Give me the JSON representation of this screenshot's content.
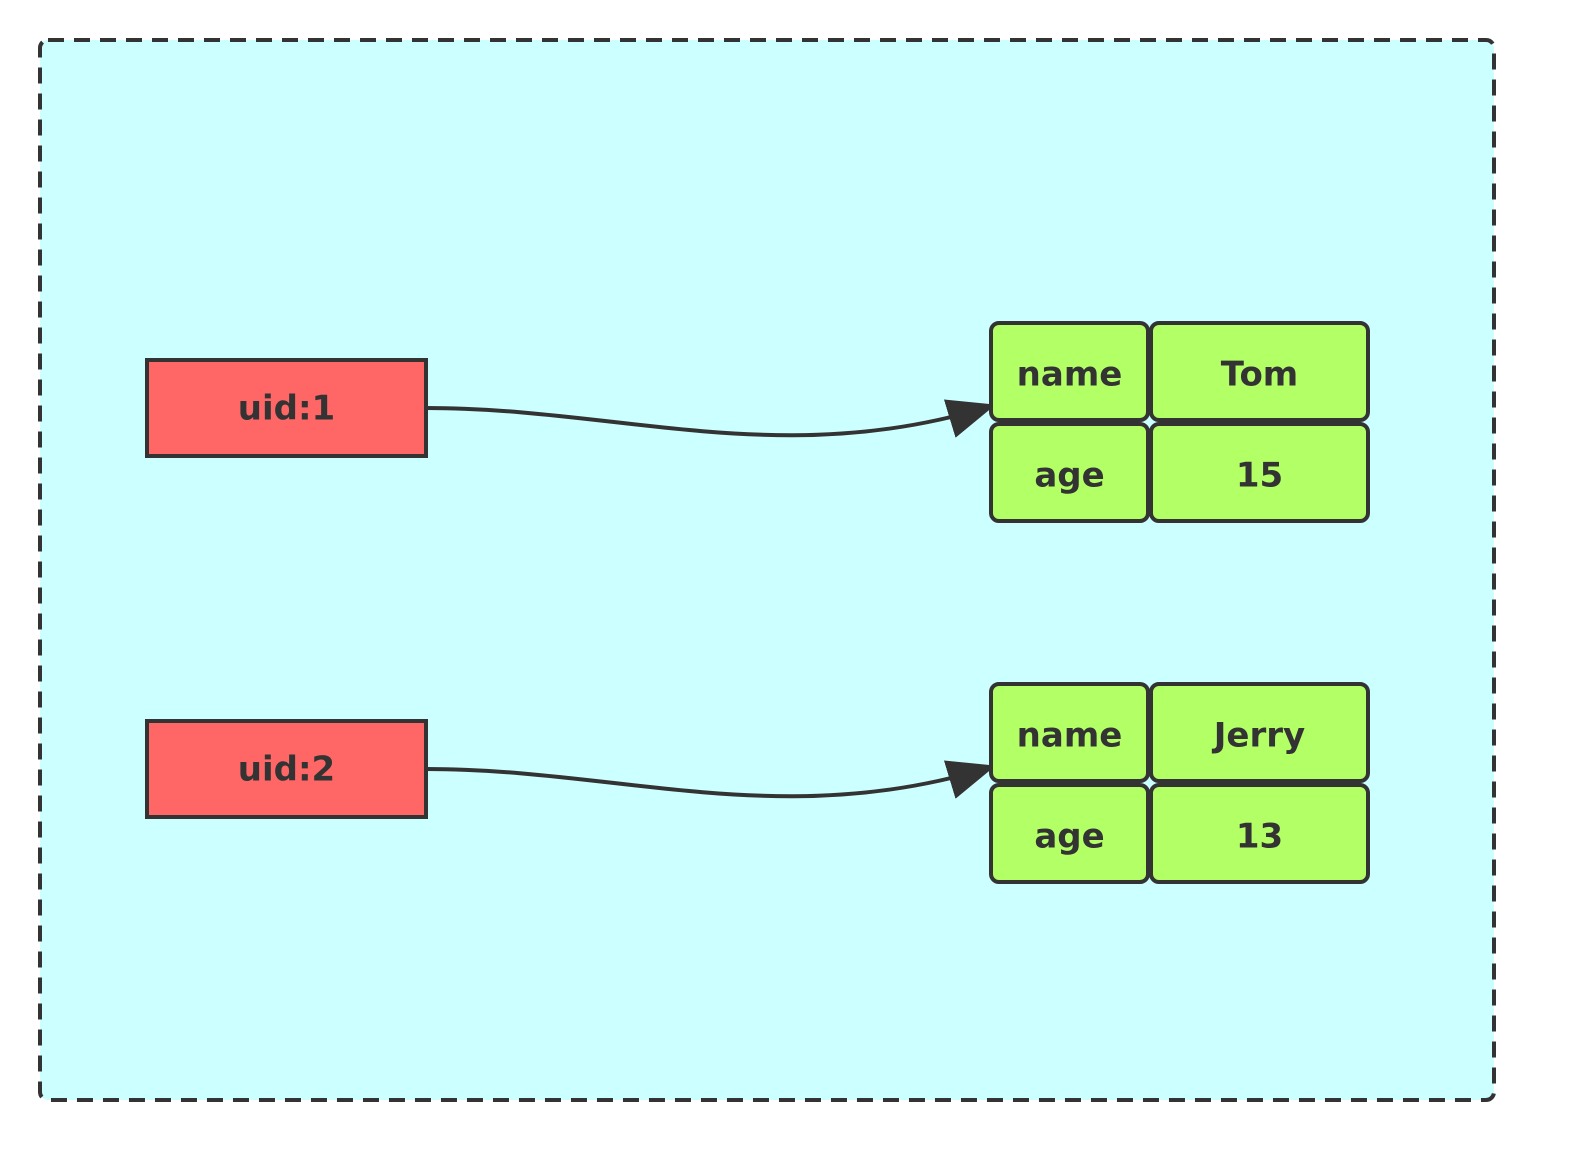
{
  "colors": {
    "container_fill": "#ccffff",
    "container_border": "#333333",
    "key_fill": "#ff6666",
    "field_fill": "#b3ff66",
    "stroke": "#333333",
    "text": "#333333"
  },
  "entries": [
    {
      "key": "uid:1",
      "fields": [
        {
          "field": "name",
          "value": "Tom"
        },
        {
          "field": "age",
          "value": "15"
        }
      ]
    },
    {
      "key": "uid:2",
      "fields": [
        {
          "field": "name",
          "value": "Jerry"
        },
        {
          "field": "age",
          "value": "13"
        }
      ]
    }
  ]
}
